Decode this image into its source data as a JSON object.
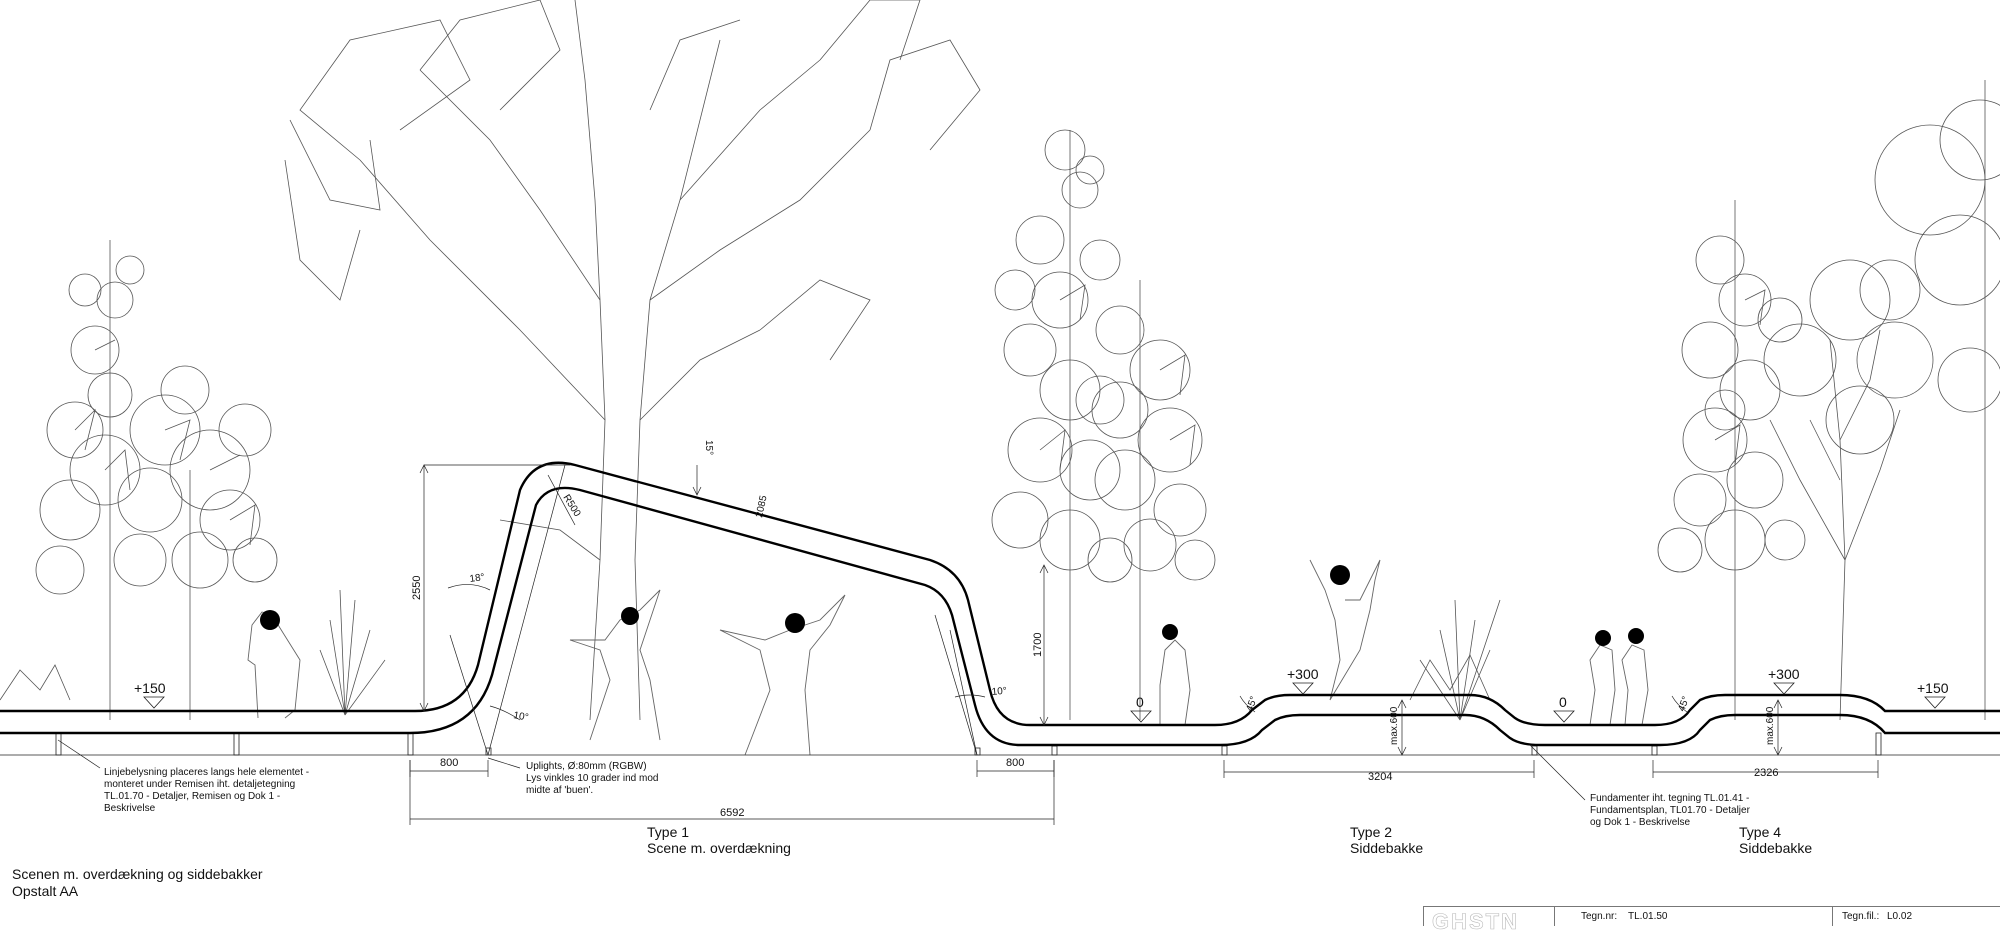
{
  "drawing": {
    "caption_line1": "Scenen m. overdækning og siddebakker",
    "caption_line2": "Opstalt AA"
  },
  "levels": {
    "l1": "+150",
    "l2": "0",
    "l3": "+300",
    "l4": "0",
    "l5": "+300",
    "l6": "+150"
  },
  "dimensions": {
    "h_2550": "2550",
    "h_1700": "1700",
    "w_800a": "800",
    "w_800b": "800",
    "w_6592": "6592",
    "w_3204": "3204",
    "w_2326": "2326",
    "max600a": "max.600",
    "max600b": "max.600",
    "r500": "R500",
    "len_2085": "2085",
    "ang_15": "15°",
    "ang_18": "18°",
    "ang_10a": "10°",
    "ang_10b": "10°",
    "ang_45a": "45°",
    "ang_45b": "45°"
  },
  "notes": {
    "linjebelysning": "Linjebelysning placeres langs hele elementet -\nmonteret under Remisen iht. detaljetegning\nTL.01.70 - Detaljer, Remisen og Dok 1 -\nBeskrivelse",
    "uplights": "Uplights, Ø:80mm (RGBW)\nLys vinkles 10 grader ind mod\nmidte af 'buen'.",
    "fundamenter": "Fundamenter iht. tegning TL.01.41 -\nFundamentsplan, TL01.70 - Detaljer\nog Dok 1 - Beskrivelse"
  },
  "types": {
    "type1": "Type 1\nScene m. overdækning",
    "type2": "Type 2\nSiddebakke",
    "type4": "Type 4\nSiddebakke"
  },
  "title_block": {
    "logo": "GHSTN",
    "tegn_nr_label": "Tegn.nr:",
    "tegn_nr_value": "TL.01.50",
    "tegn_fil_label": "Tegn.fil.:",
    "tegn_fil_value": "L0.02"
  }
}
